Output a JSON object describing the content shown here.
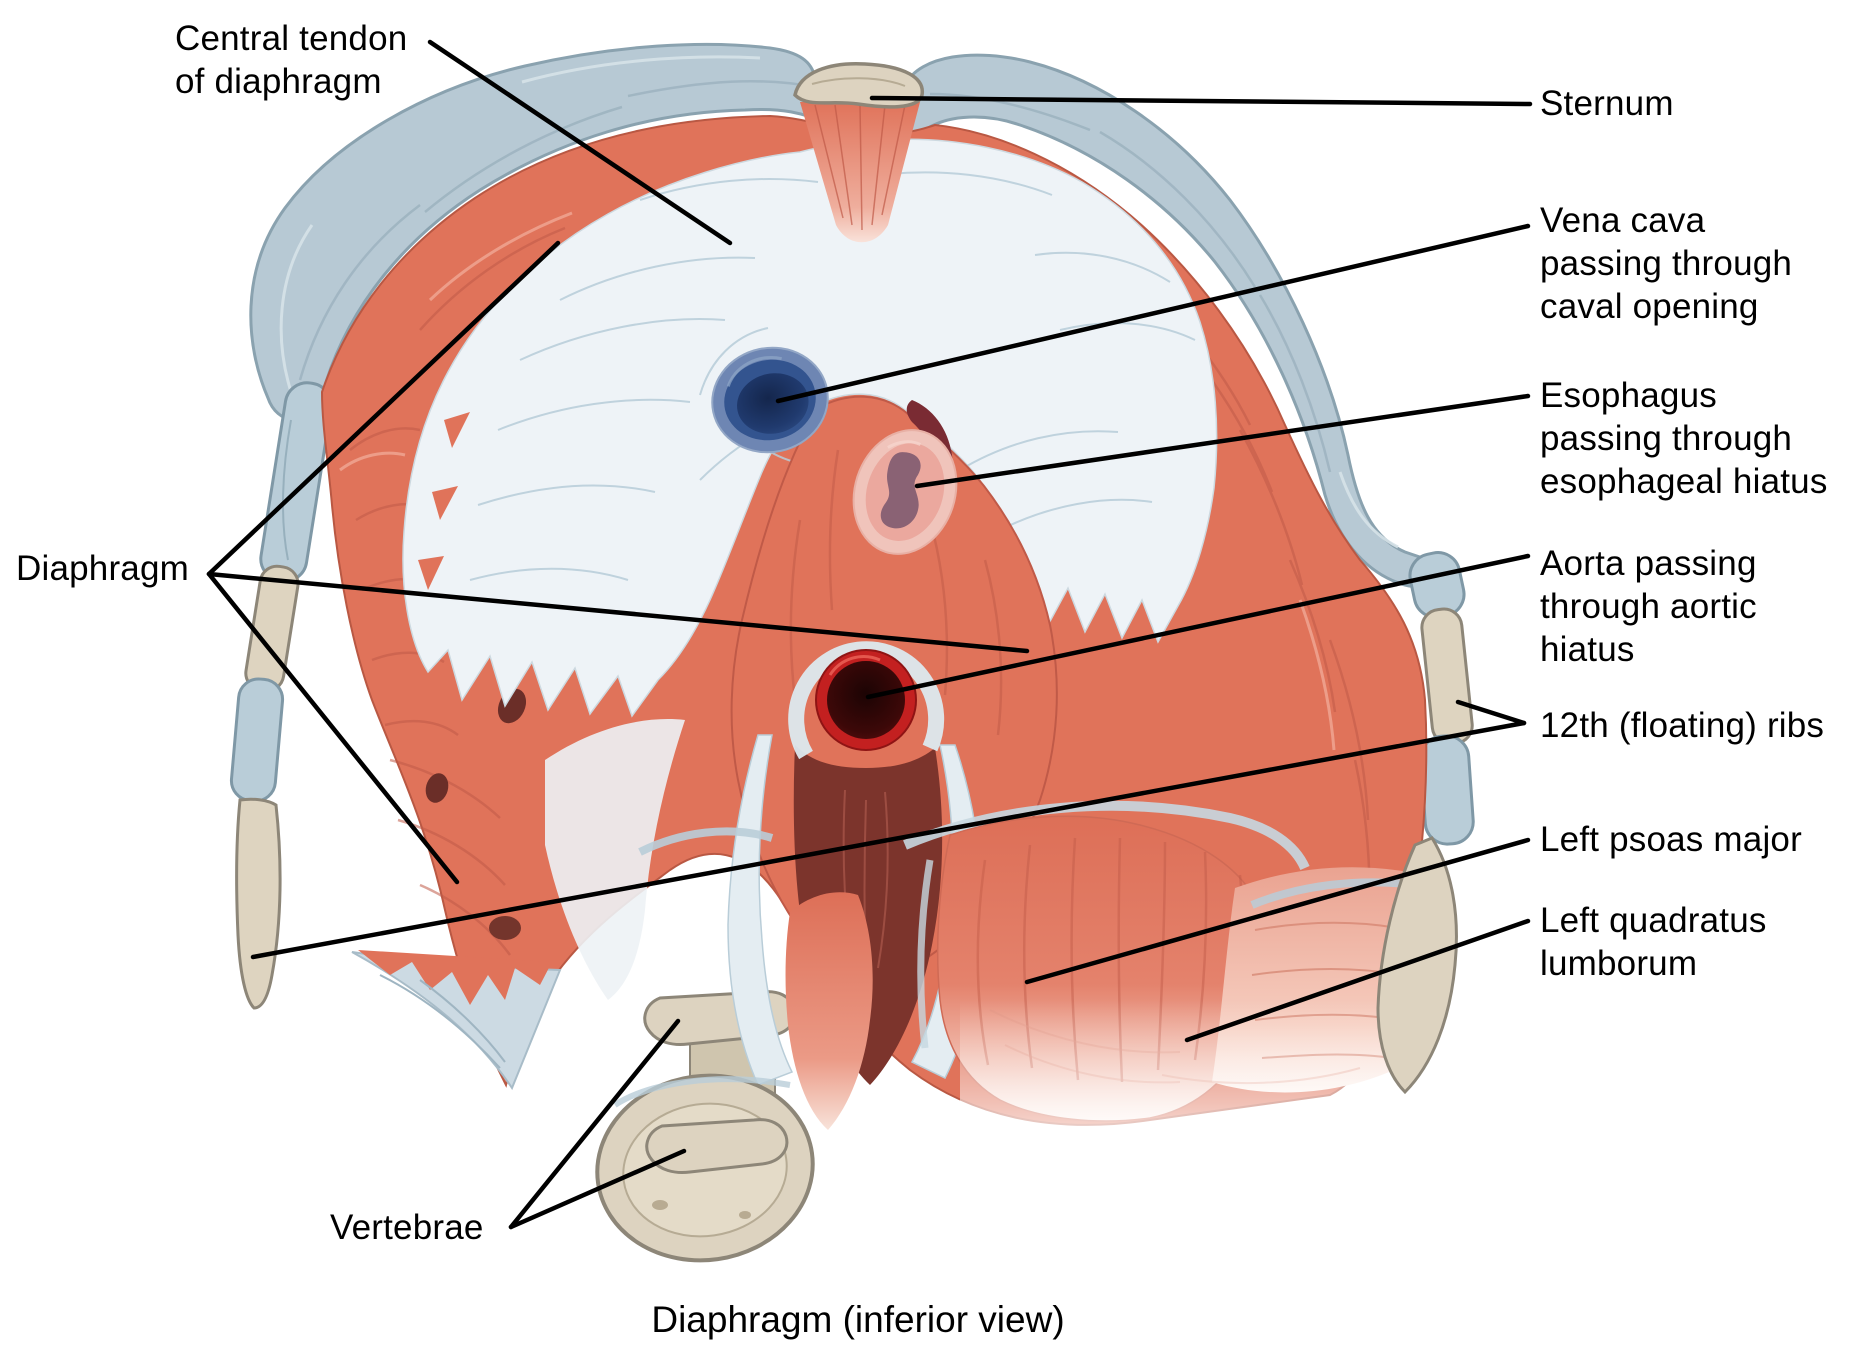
{
  "figure": {
    "caption": "Diaphragm (inferior view)",
    "labels": {
      "central_tendon": "Central tendon\nof diaphragm",
      "sternum": "Sternum",
      "vena_cava": "Vena cava\npassing through\ncaval opening",
      "esophagus": "Esophagus\npassing through\nesophageal hiatus",
      "aorta": "Aorta passing\nthrough aortic\nhiatus",
      "floating_ribs": "12th (floating) ribs",
      "left_psoas_major": "Left psoas major",
      "left_quadratus_lumborum": "Left quadratus\nlumborum",
      "diaphragm": "Diaphragm",
      "vertebrae": "Vertebrae"
    },
    "colors": {
      "background": "#ffffff",
      "muscle": "#e0735a",
      "muscle_shadow": "#c05a48",
      "central_tendon": "#eef3f7",
      "tendon_fiber": "#b7cdd9",
      "costal_cartilage": "#b7c9d4",
      "bone": "#ddd3c0",
      "vena_cava_opening": "#33548f",
      "esophageal_hiatus": "#eba89e",
      "aortic_hiatus": "#c32020",
      "crura_cavity": "#7c342c",
      "leader_line": "#000000",
      "text": "#000000"
    }
  }
}
